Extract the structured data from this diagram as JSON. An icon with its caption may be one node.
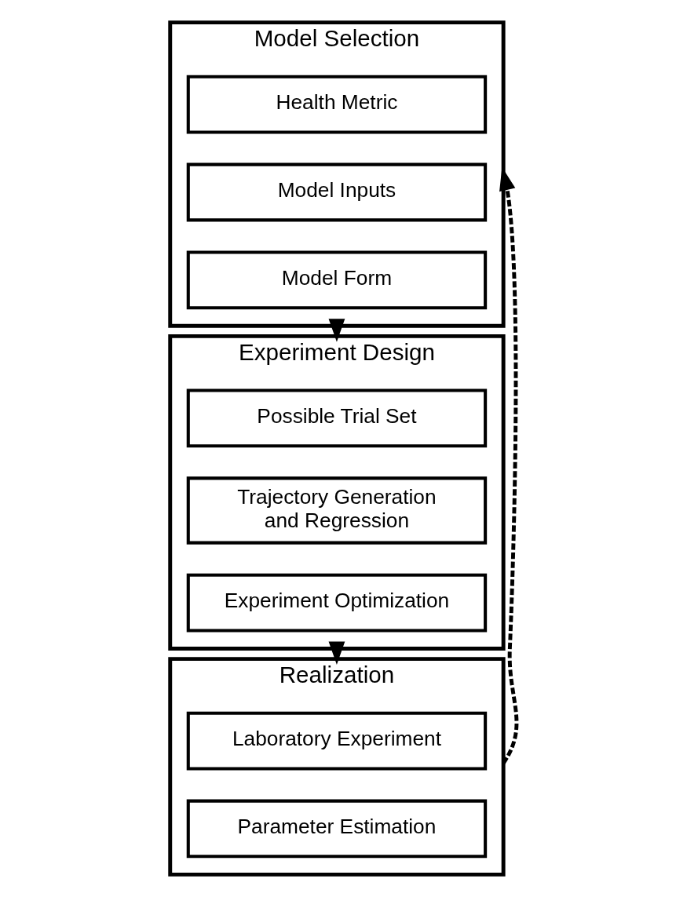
{
  "diagram": {
    "nodes": [
      {
        "text": [
          "Model Selection"
        ]
      },
      {
        "text": [
          "Health Metric"
        ],
        "in": 0
      },
      {
        "text": [
          "Model Inputs"
        ],
        "in": 0
      },
      {
        "text": [
          "Model Form"
        ],
        "in": 0
      },
      {
        "text": [
          "Experiment Design"
        ]
      },
      {
        "text": [
          "Possible Trial Set"
        ],
        "in": 4
      },
      {
        "text": [
          "Trajectory Generation and Regression"
        ],
        "in": 4
      },
      {
        "text": [
          "Experiment Optimization"
        ],
        "in": 4
      },
      {
        "text": [
          "Realization"
        ]
      },
      {
        "text": [
          "Laboratory Experiment"
        ],
        "in": 8
      },
      {
        "text": [
          "Parameter Estimation"
        ],
        "in": 8
      }
    ],
    "edges": [
      {
        "from": 0,
        "to": 4,
        "arrow": "to"
      },
      {
        "from": 4,
        "to": 8,
        "arrow": "to"
      },
      {
        "from": 8,
        "to": 0,
        "arrow": "to",
        "style": "dashed"
      }
    ]
  }
}
